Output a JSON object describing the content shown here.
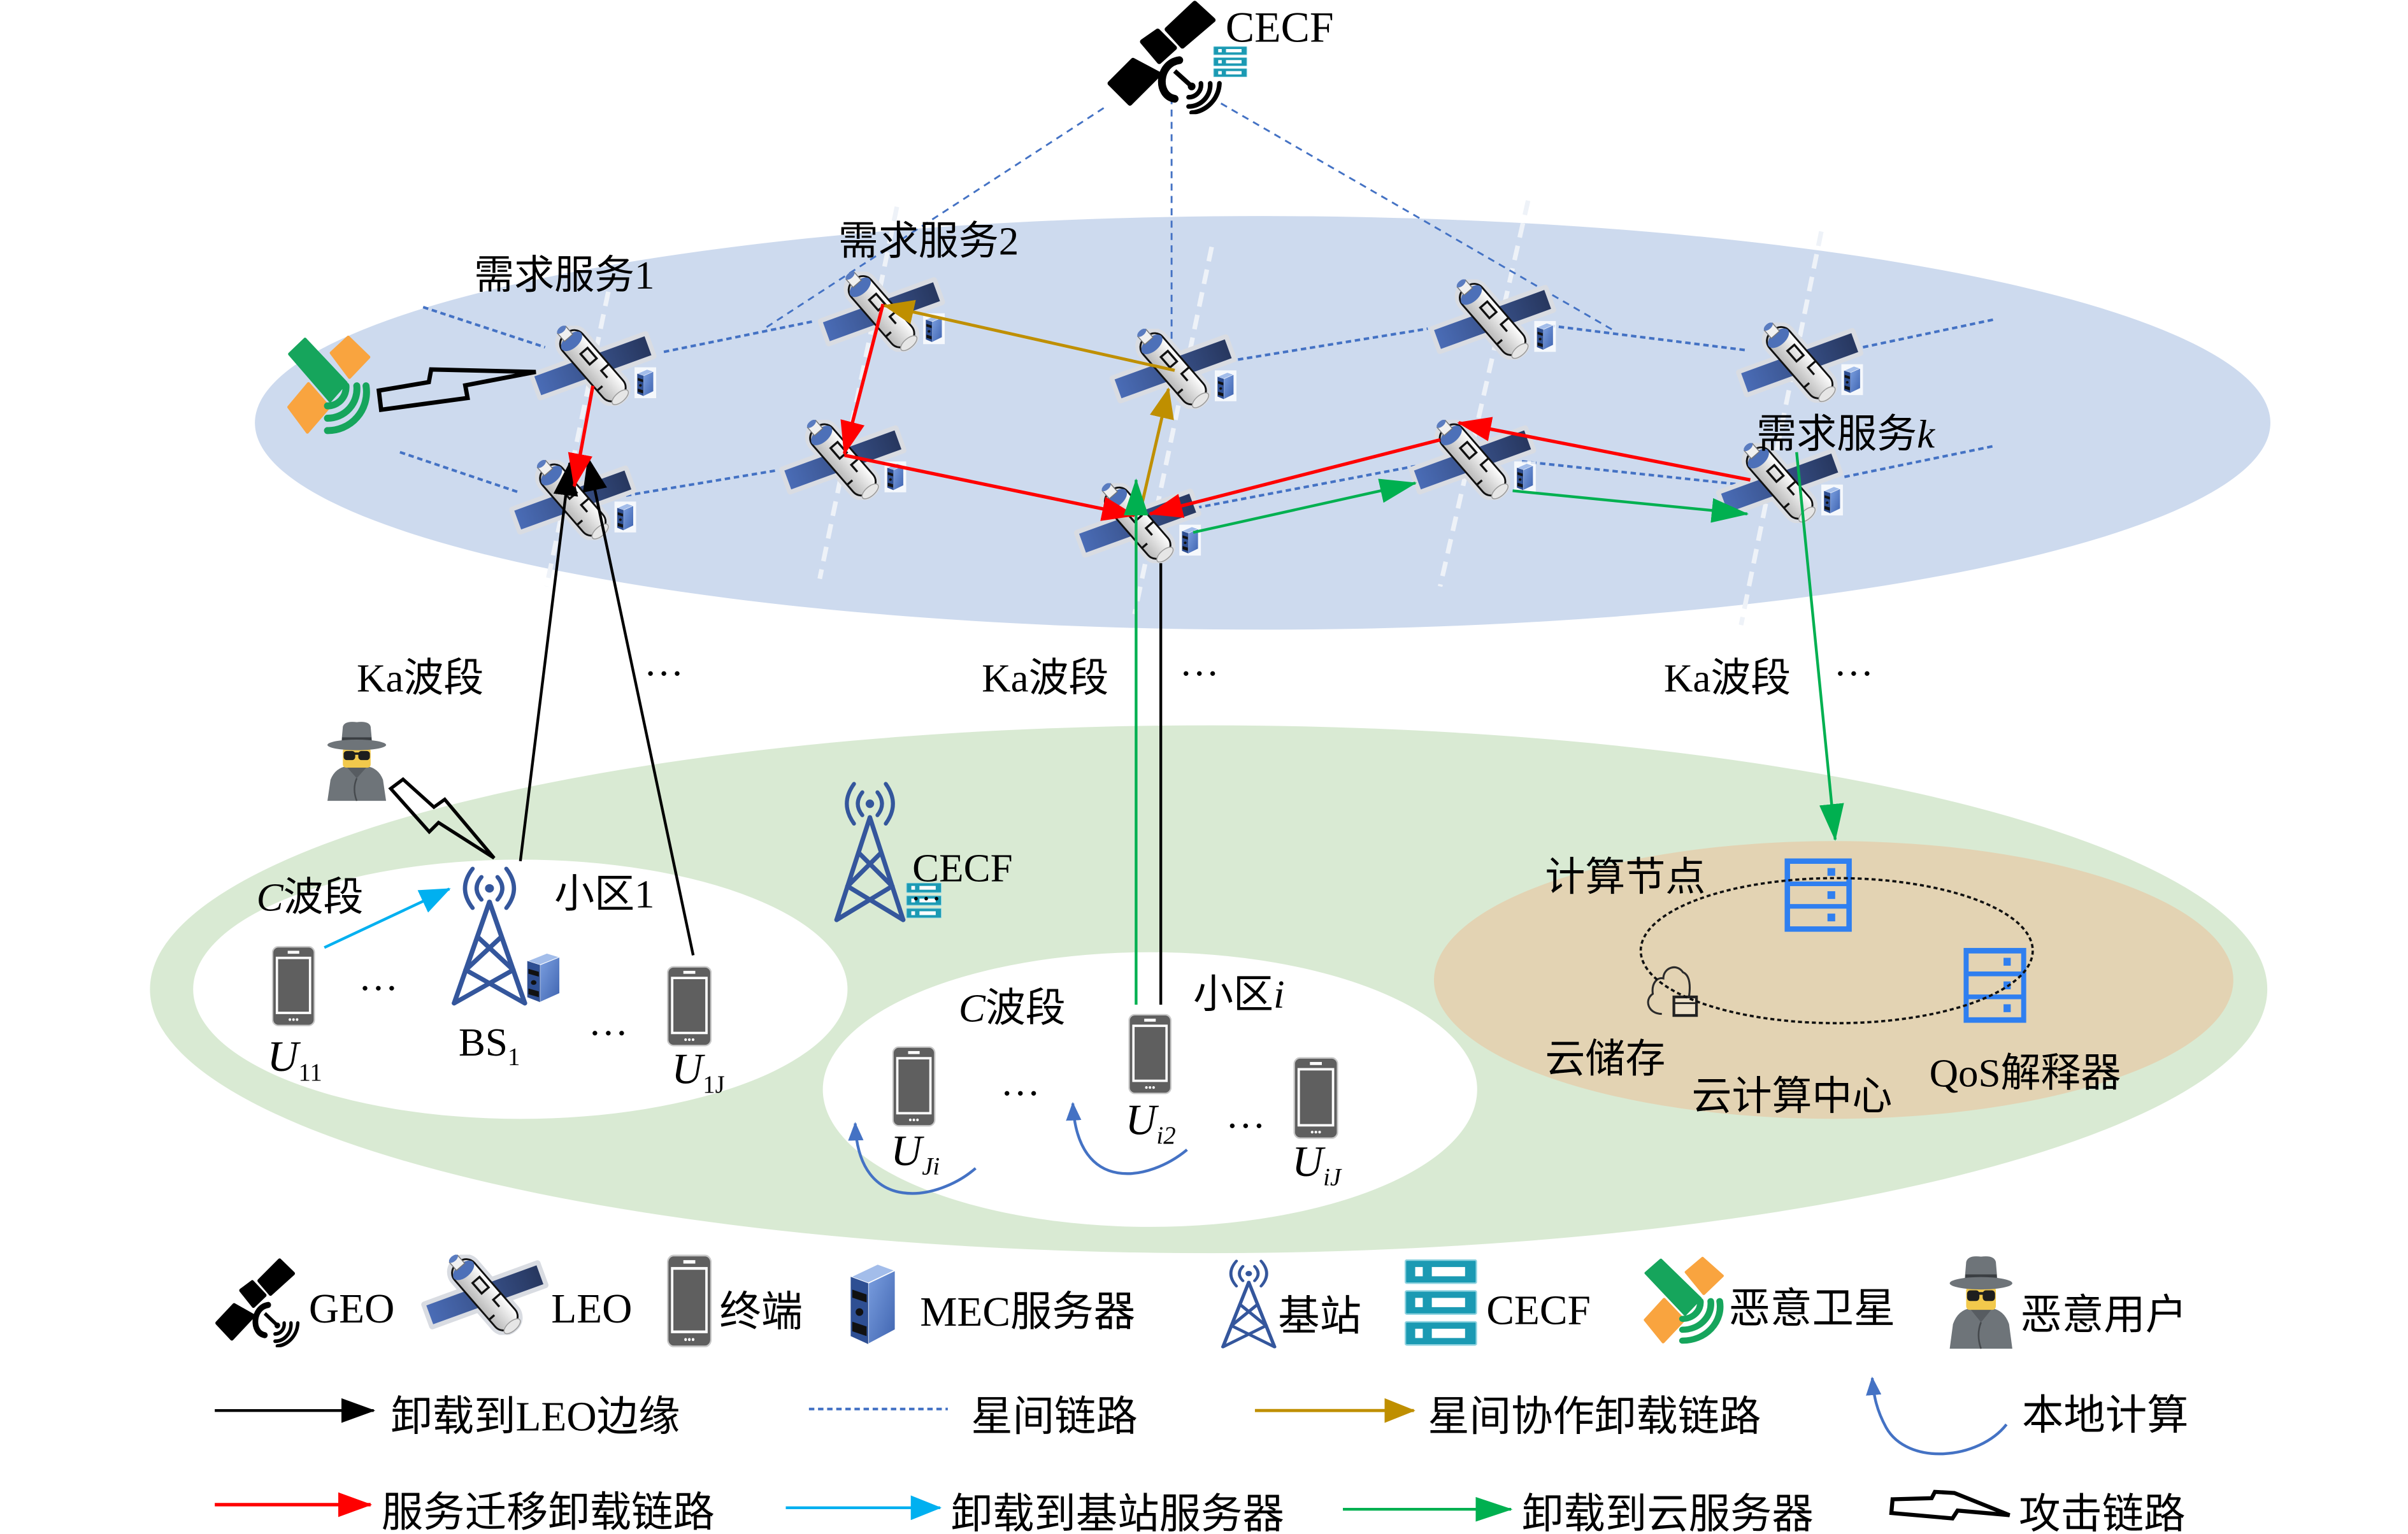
{
  "space_segment": {
    "geo_satellite": {
      "type": "GEO",
      "label": "CECF"
    },
    "service_requests": [
      {
        "prefix": "需求服务",
        "index": "1"
      },
      {
        "prefix": "需求服务",
        "index": "2"
      },
      {
        "prefix": "需求服务",
        "index": "k"
      }
    ]
  },
  "ka_links": [
    {
      "band": "Ka波段",
      "ellipsis": "···"
    },
    {
      "band": "Ka波段",
      "ellipsis": "···"
    },
    {
      "band": "Ka波段",
      "ellipsis": "···"
    }
  ],
  "ground_segment": {
    "cecf_station": {
      "label": "CECF",
      "ellipsis": "···"
    },
    "cells": [
      {
        "band_letter": "C",
        "band_text": "波段",
        "name": "小区",
        "index": "1",
        "base_station": {
          "label": "BS",
          "sub": "1"
        },
        "users": [
          {
            "label": "U",
            "sub": "11"
          },
          {
            "label": "U",
            "sub": "1J"
          }
        ],
        "ellipses": [
          "···",
          "···"
        ]
      },
      {
        "band_letter": "C",
        "band_text": "波段",
        "name": "小区",
        "index": "i",
        "users": [
          {
            "label": "U",
            "sub": "Ji"
          },
          {
            "label": "U",
            "sub": "i2"
          },
          {
            "label": "U",
            "sub": "iJ"
          }
        ],
        "ellipses": [
          "···",
          "···"
        ]
      }
    ],
    "cloud_center": {
      "name": "云计算中心",
      "compute_node": "计算节点",
      "storage": "云储存",
      "qos_interpreter": "QoS解释器"
    }
  },
  "legend": {
    "symbols": [
      {
        "icon": "geo-satellite",
        "label": "GEO"
      },
      {
        "icon": "leo-satellite",
        "label": "LEO"
      },
      {
        "icon": "terminal",
        "label": "终端"
      },
      {
        "icon": "mec-server",
        "label": "MEC服务器"
      },
      {
        "icon": "base-station",
        "label": "基站"
      },
      {
        "icon": "cecf-server",
        "label": "CECF"
      },
      {
        "icon": "malicious-satellite",
        "label": "恶意卫星"
      },
      {
        "icon": "malicious-user",
        "label": "恶意用户"
      }
    ],
    "links": [
      {
        "key": "offload_leo_edge",
        "label": "卸载到LEO边缘",
        "color": "#000000",
        "style": "solid-arrow"
      },
      {
        "key": "inter_satellite_link",
        "label": "星间链路",
        "color": "#4472c4",
        "style": "dotted"
      },
      {
        "key": "inter_satellite_coop",
        "label": "星间协作卸载链路",
        "color": "#bf8f00",
        "style": "solid-arrow"
      },
      {
        "key": "local_compute",
        "label": "本地计算",
        "color": "#4472c4",
        "style": "curved-arrow"
      },
      {
        "key": "service_migration",
        "label": "服务迁移卸载链路",
        "color": "#ff0000",
        "style": "solid-arrow"
      },
      {
        "key": "offload_base_station",
        "label": "卸载到基站服务器",
        "color": "#00b0f0",
        "style": "solid-arrow"
      },
      {
        "key": "offload_cloud",
        "label": "卸载到云服务器",
        "color": "#00b050",
        "style": "solid-arrow"
      },
      {
        "key": "attack_link",
        "label": "攻击链路",
        "color": "#000000",
        "style": "lightning"
      }
    ]
  },
  "colors": {
    "space_region": "#cddaee",
    "ground_region": "#d9ead3",
    "cloud_center_region": "#e3d3b3",
    "cell_region": "#ffffff"
  }
}
